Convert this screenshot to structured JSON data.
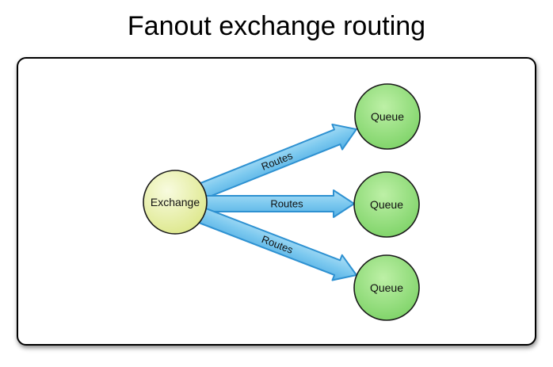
{
  "header": {
    "title": "Fanout exchange routing"
  },
  "diagram": {
    "exchange": {
      "label": "Exchange"
    },
    "queues": [
      {
        "label": "Queue"
      },
      {
        "label": "Queue"
      },
      {
        "label": "Queue"
      }
    ],
    "routes": [
      {
        "label": "Routes"
      },
      {
        "label": "Routes"
      },
      {
        "label": "Routes"
      }
    ],
    "colors": {
      "arrow_fill_light": "#aedff6",
      "arrow_fill_mid": "#7cc9ef",
      "arrow_fill_dark": "#55b0e5",
      "arrow_stroke": "#2e91d1",
      "exchange_fill_light": "#f8fbdf",
      "exchange_fill_dark": "#d7e378",
      "queue_fill_light": "#bdf0a6",
      "queue_fill_dark": "#6fcc59",
      "node_stroke": "#1a1a1a"
    }
  }
}
